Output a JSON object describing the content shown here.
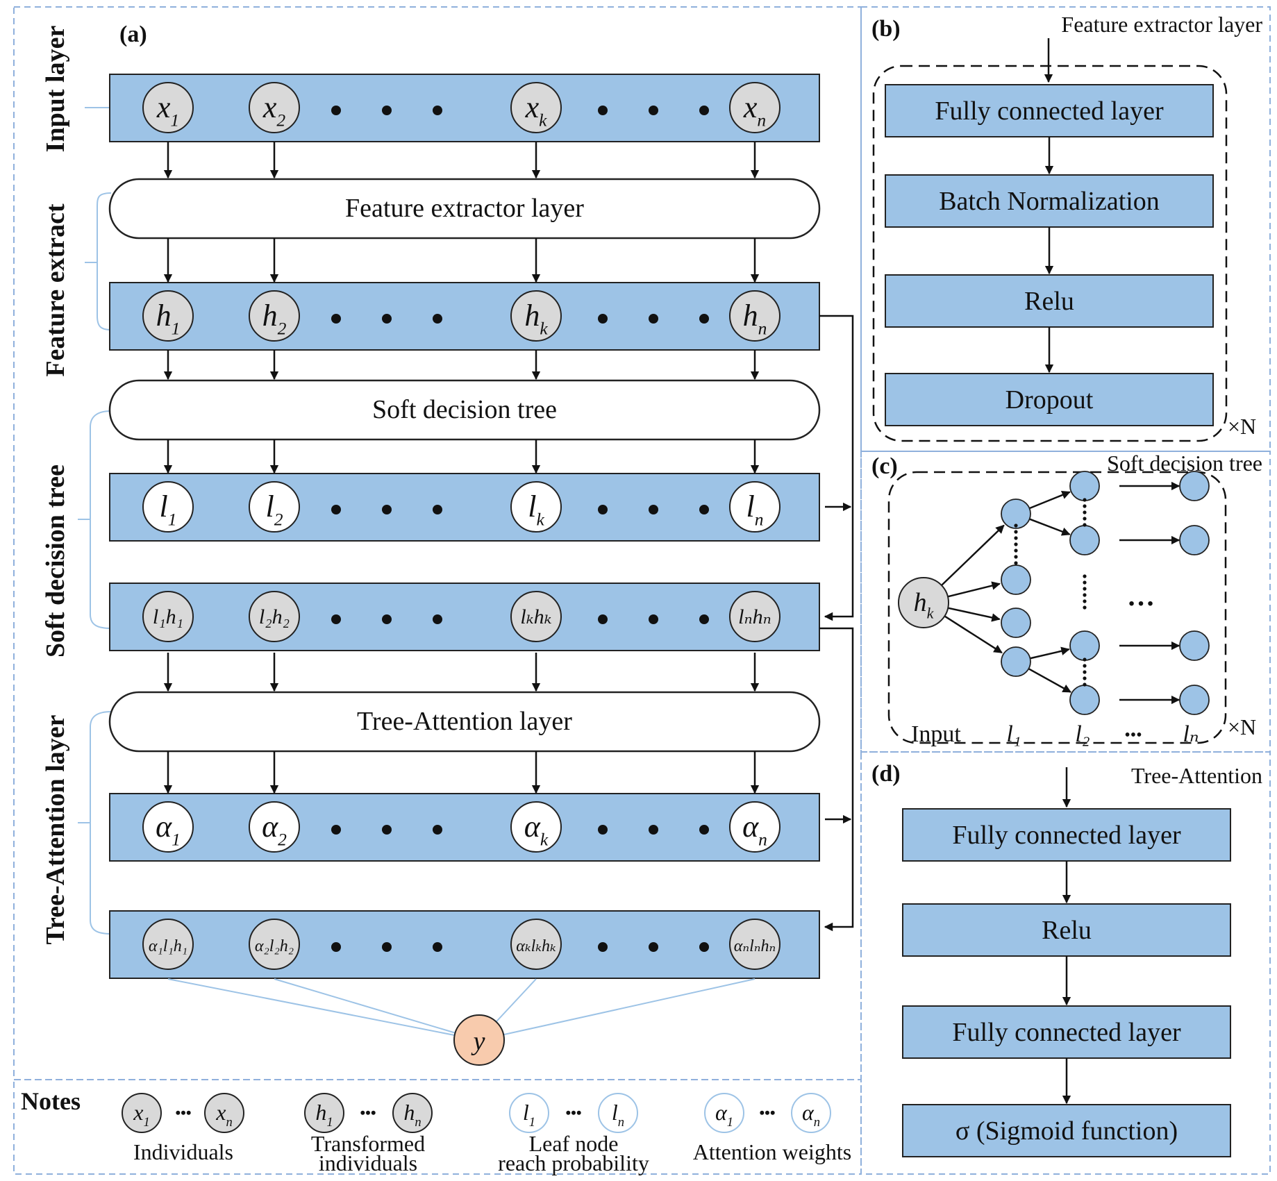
{
  "panels": {
    "a": "(a)",
    "b": "(b)",
    "c": "(c)",
    "d": "(d)"
  },
  "side_labels": {
    "input": "Input layer",
    "feature": "Feature extract",
    "soft": "Soft decision tree",
    "attention": "Tree-Attention layer"
  },
  "main": {
    "pill_feature": "Feature extractor layer",
    "pill_soft": "Soft decision tree",
    "pill_attention": "Tree-Attention layer",
    "output": "y"
  },
  "rows": [
    {
      "style": "grey",
      "nodes": [
        {
          "b": "x",
          "s": "1"
        },
        {
          "b": "x",
          "s": "2"
        },
        {
          "b": "x",
          "s": "k"
        },
        {
          "b": "x",
          "s": "n"
        }
      ]
    },
    {
      "style": "grey",
      "nodes": [
        {
          "b": "h",
          "s": "1"
        },
        {
          "b": "h",
          "s": "2"
        },
        {
          "b": "h",
          "s": "k"
        },
        {
          "b": "h",
          "s": "n"
        }
      ]
    },
    {
      "style": "white",
      "nodes": [
        {
          "b": "l",
          "s": "1"
        },
        {
          "b": "l",
          "s": "2"
        },
        {
          "b": "l",
          "s": "k"
        },
        {
          "b": "l",
          "s": "n"
        }
      ]
    },
    {
      "style": "grey",
      "nodes": [
        {
          "b": "l₁h₁"
        },
        {
          "b": "l₂h₂"
        },
        {
          "b": "lₖhₖ"
        },
        {
          "b": "lₙhₙ"
        }
      ]
    },
    {
      "style": "white",
      "nodes": [
        {
          "b": "α",
          "s": "1"
        },
        {
          "b": "α",
          "s": "2"
        },
        {
          "b": "α",
          "s": "k"
        },
        {
          "b": "α",
          "s": "n"
        }
      ]
    },
    {
      "style": "grey",
      "nodes": [
        {
          "b": "α₁l₁h₁"
        },
        {
          "b": "α₂l₂h₂"
        },
        {
          "b": "αₖlₖhₖ"
        },
        {
          "b": "αₙlₙhₙ"
        }
      ]
    }
  ],
  "panel_b": {
    "header": "Feature extractor layer",
    "boxes": [
      "Fully connected layer",
      "Batch Normalization",
      "Relu",
      "Dropout"
    ],
    "repeat": "×N"
  },
  "panel_c": {
    "header": "Soft decision tree",
    "root": {
      "b": "h",
      "s": "k"
    },
    "ellipsis": "…",
    "labels": {
      "input": "Input",
      "l1": "l₁",
      "l2": "l₂",
      "dots": "•••",
      "ln": "lₙ"
    },
    "repeat": "×N"
  },
  "panel_d": {
    "header": "Tree-Attention",
    "boxes": [
      "Fully connected layer",
      "Relu",
      "Fully connected layer",
      "σ (Sigmoid function)"
    ]
  },
  "notes": {
    "title": "Notes",
    "groups": [
      {
        "a": {
          "b": "x",
          "s": "1"
        },
        "z": {
          "b": "x",
          "s": "n"
        },
        "caption": [
          "Individuals"
        ]
      },
      {
        "a": {
          "b": "h",
          "s": "1"
        },
        "z": {
          "b": "h",
          "s": "n"
        },
        "caption": [
          "Transformed",
          "individuals"
        ]
      },
      {
        "a": {
          "b": "l",
          "s": "1"
        },
        "z": {
          "b": "l",
          "s": "n"
        },
        "caption": [
          "Leaf node",
          "reach probability"
        ]
      },
      {
        "a": {
          "b": "α",
          "s": "1"
        },
        "z": {
          "b": "α",
          "s": "n"
        },
        "caption": [
          "Attention weights"
        ]
      }
    ],
    "dots": "•••"
  },
  "colors": {
    "layer_fill": "#9dc3e6",
    "node_grey": "#d9d9d9",
    "output_node": "#f8cbad",
    "panel_border": "#8fb0dc"
  }
}
